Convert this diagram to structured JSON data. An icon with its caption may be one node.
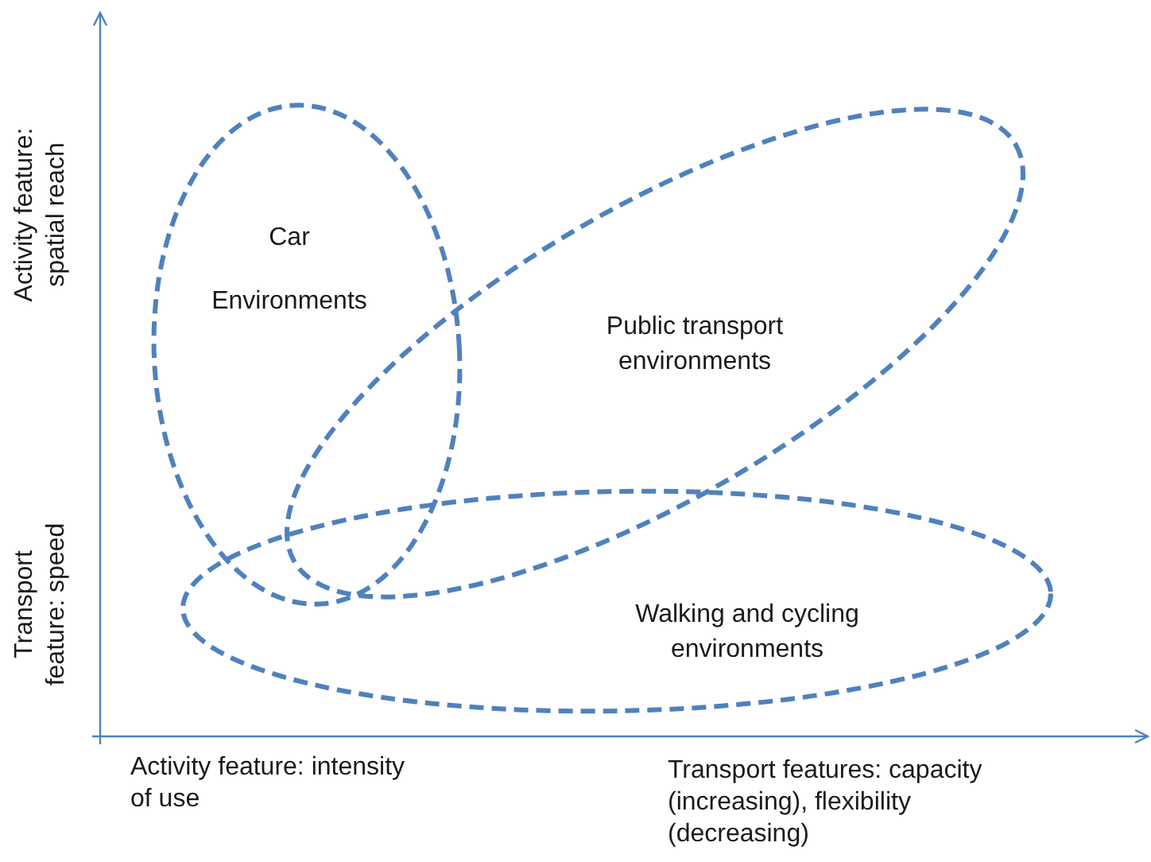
{
  "diagram": {
    "nodes": [
      {
        "text": [
          "Car Environments"
        ]
      },
      {
        "text": [
          "Public transport environments"
        ]
      },
      {
        "text": [
          "Walking and cycling environments"
        ]
      }
    ],
    "labels": [
      "Activity feature: spatial reach",
      "Transport feature: speed",
      "Activity feature: intensity of use",
      "Transport features: capacity (increasing), flexibility (decreasing)"
    ]
  }
}
